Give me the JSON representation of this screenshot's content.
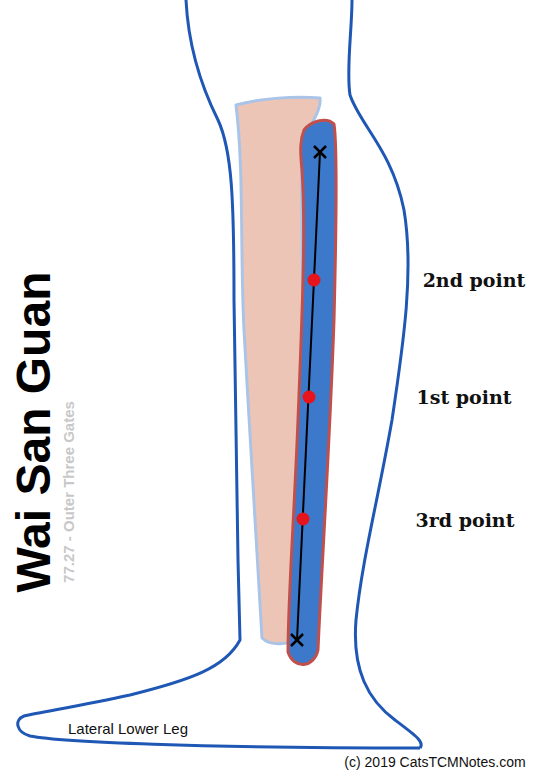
{
  "diagram": {
    "title": "Wai San Guan",
    "labels": [
      "77.27 - Outer Three Gates",
      "2nd point",
      "1st point",
      "3rd point",
      "Lateral Lower Leg",
      "(c) 2019 CatsTCMNotes.com"
    ]
  }
}
